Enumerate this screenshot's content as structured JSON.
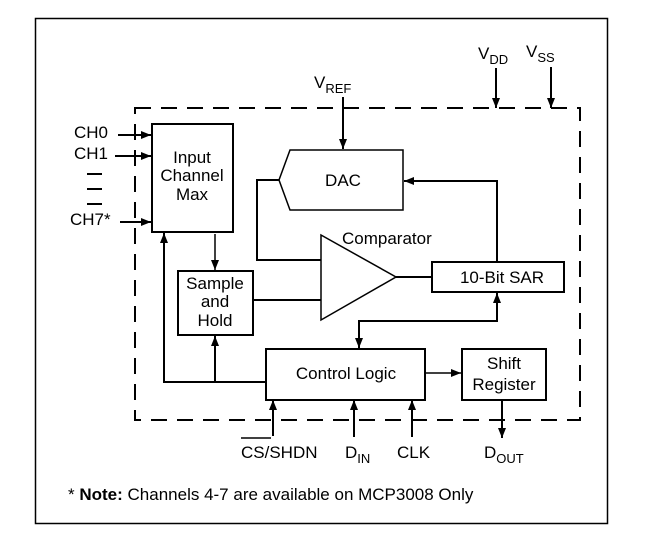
{
  "diagram": {
    "title": "MCP3004/MCP3008 Functional Block Diagram",
    "blocks": {
      "input_mux": [
        "Input",
        "Channel",
        "Max"
      ],
      "sample_hold": [
        "Sample",
        "and",
        "Hold"
      ],
      "dac": "DAC",
      "comparator": "Comparator",
      "sar": "10-Bit SAR",
      "control_logic": "Control Logic",
      "shift_register": [
        "Shift",
        "Register"
      ]
    },
    "pins": {
      "ch0": "CH0",
      "ch1": "CH1",
      "ch7": "CH7*",
      "vref": {
        "main": "V",
        "sub": "REF"
      },
      "vdd": {
        "main": "V",
        "sub": "DD"
      },
      "vss": {
        "main": "V",
        "sub": "SS"
      },
      "cs": "CS/SHDN",
      "din": {
        "main": "D",
        "sub": "IN"
      },
      "clk": "CLK",
      "dout": {
        "main": "D",
        "sub": "OUT"
      }
    },
    "note": {
      "prefix": "* ",
      "bold": "Note:",
      "text": " Channels 4-7 are available on MCP3008 Only"
    },
    "colors": {
      "line": "#000000",
      "background": "#ffffff"
    }
  }
}
